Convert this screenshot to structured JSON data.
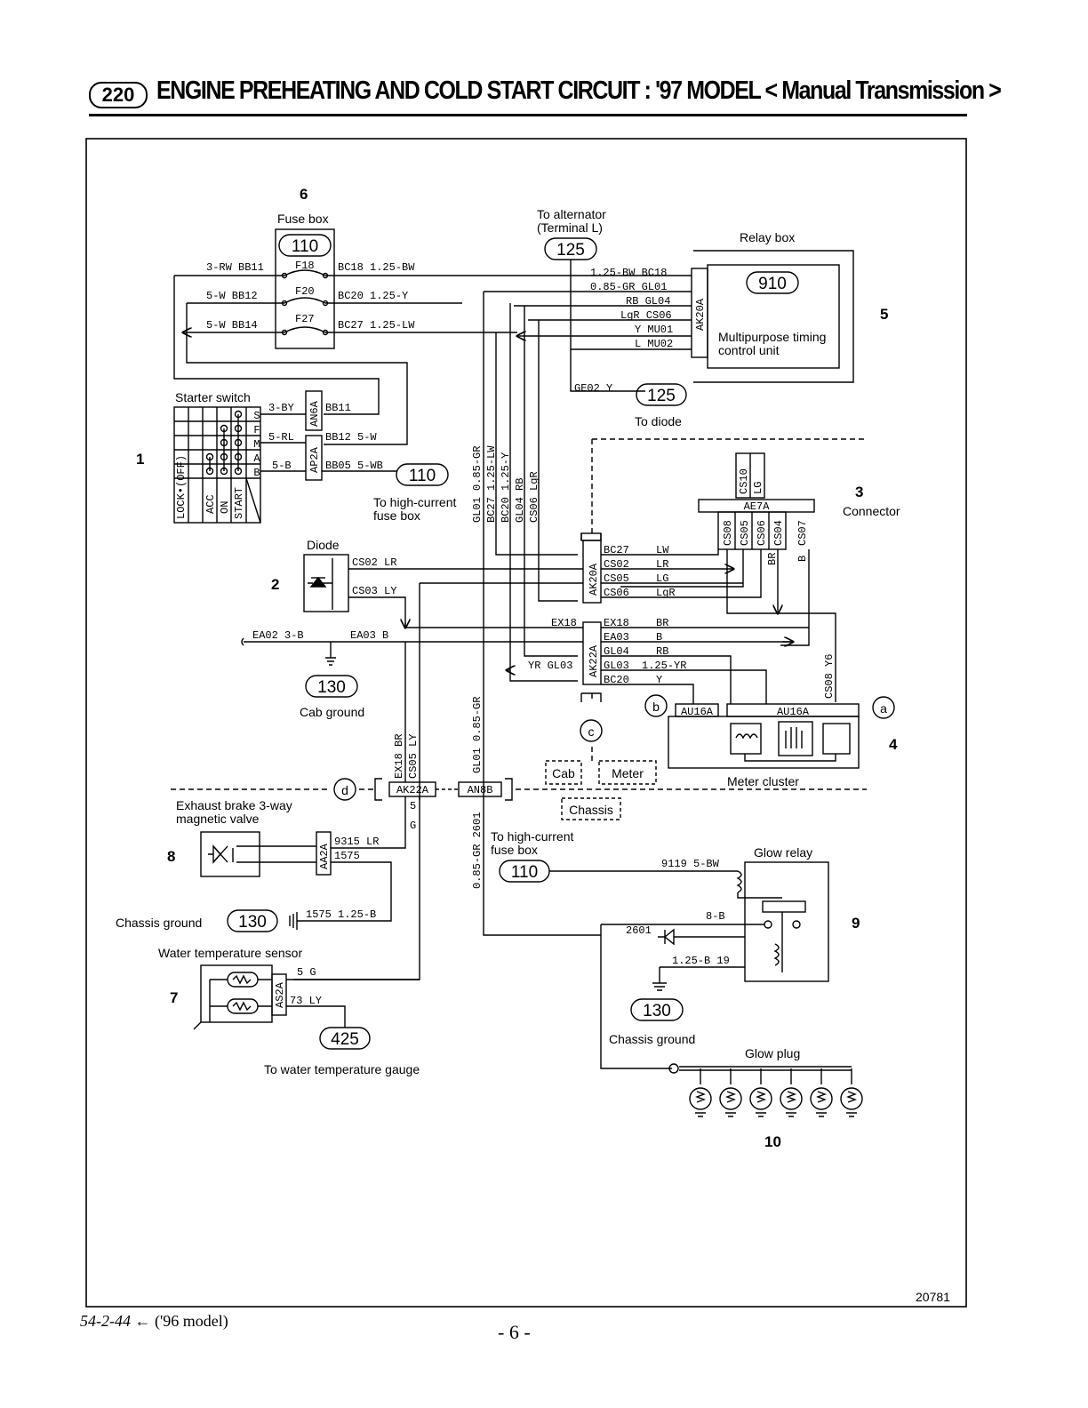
{
  "header": {
    "page_number": "220",
    "title": "ENGINE PREHEATING AND COLD START CIRCUIT : '97 MODEL < Manual Transmission >"
  },
  "components": {
    "fuse_box": {
      "number": "6",
      "name": "Fuse box",
      "ref": "110",
      "fuses": [
        "F18",
        "F20",
        "F27"
      ]
    },
    "starter_switch": {
      "number": "1",
      "name": "Starter switch",
      "connector": "AN6A",
      "connector2": "AP2A",
      "positions": [
        "LOCK•(OFF)",
        "ACC",
        "ON",
        "START"
      ],
      "terminals": [
        "S",
        "F",
        "M",
        "A",
        "B"
      ]
    },
    "diode": {
      "number": "2",
      "name": "Diode"
    },
    "cab_ground": {
      "ref": "130",
      "name": "Cab ground"
    },
    "alternator": {
      "label_line1": "To alternator",
      "label_line2": "(Terminal L)",
      "ref": "125"
    },
    "relay_box": {
      "number": "5",
      "name": "Relay box",
      "ref": "910",
      "connector": "AK20A",
      "unit_line1": "Multipurpose timing",
      "unit_line2": "control unit"
    },
    "to_diode": {
      "ref": "125",
      "label": "To diode"
    },
    "connector": {
      "number": "3",
      "name": "Connector",
      "code": "AE7A"
    },
    "meter_cluster": {
      "number": "4",
      "name": "Meter cluster",
      "conn1": "AU16A",
      "conn2": "AU16A"
    },
    "exhaust_valve": {
      "number": "8",
      "line1": "Exhaust brake 3-way",
      "line2": "magnetic valve",
      "connector": "AA2A"
    },
    "chassis_ground_left": {
      "name": "Chassis ground",
      "ref": "130"
    },
    "water_sensor": {
      "number": "7",
      "name": "Water temperature sensor",
      "connector": "AS2A",
      "ref": "425",
      "gauge_label": "To water temperature gauge"
    },
    "high_current_1": {
      "ref": "110",
      "line1": "To high-current",
      "line2": "fuse box"
    },
    "high_current_2": {
      "ref": "110",
      "line1": "To high-current",
      "line2": "fuse box"
    },
    "glow_relay": {
      "number": "9",
      "name": "Glow relay"
    },
    "chassis_ground_right": {
      "ref": "130",
      "name": "Chassis ground"
    },
    "glow_plug": {
      "number": "10",
      "name": "Glow plug"
    }
  },
  "zones": {
    "cab": "Cab",
    "meter": "Meter",
    "chassis": "Chassis"
  },
  "markers": {
    "a": "a",
    "b": "b",
    "c": "c",
    "d": "d"
  },
  "connectors": {
    "ak22a_left": "AK22A",
    "an8b": "AN8B",
    "ak20a_mid": "AK20A",
    "ak22a_mid": "AK22A"
  },
  "wire_labels": {
    "fuse_in": [
      "3-RW  BB11",
      "5-W  BB12",
      "5-W  BB14"
    ],
    "fuse_out": [
      "BC18  1.25-BW",
      "BC20  1.25-Y",
      "BC27  1.25-LW"
    ],
    "relay_pins": [
      "1.25-BW  BC18",
      "0.85-GR  GL01",
      "RB  GL04",
      "LgR  CS06",
      "Y  MU01",
      "L  MU02"
    ],
    "ge02": "GE02  Y",
    "switch_wires": [
      "3-BY",
      "BB11",
      "5-RL",
      "BB12  5-W",
      "5-B",
      "BB05  5-WB"
    ],
    "vertical_bus": [
      "GL01 0.85-GR",
      "BC27 1.25-LW",
      "BC20 1.25-Y",
      "GL04 RB",
      "CS06 LgR"
    ],
    "diode_wires": [
      "CS02  LR",
      "CS03  LY"
    ],
    "ea_wires": [
      "EA02  3-B",
      "EA03  B"
    ],
    "ak20a_pins": [
      [
        "BC27",
        "LW"
      ],
      [
        "CS02",
        "LR"
      ],
      [
        "CS05",
        "LG"
      ],
      [
        "CS06",
        "LgR"
      ]
    ],
    "ak22a_pins": [
      [
        "EX18",
        "BR"
      ],
      [
        "EA03",
        "B"
      ],
      [
        "GL04",
        "RB"
      ],
      [
        "GL03",
        "1.25-YR"
      ],
      [
        "BC20",
        "Y"
      ]
    ],
    "ex18_left": "EX18",
    "yr_gl03": "YR  GL03",
    "ae7a_top": [
      "CS10",
      "LG"
    ],
    "ae7a_bottom": [
      "CS08",
      "CS05",
      "CS06",
      "CS04",
      "CS07"
    ],
    "ae7a_colors": [
      "BR",
      "B"
    ],
    "cs08_y6": "CS08  Y6",
    "gl01_mid": "GL01 0.85-GR",
    "left_bus": [
      "EX18 BR",
      "CS05 LY"
    ],
    "ak22a_pin_nums": [
      "5",
      "G"
    ],
    "valve_wires": [
      "9315  LR",
      "1575"
    ],
    "ground_wire": "1575    1.25-B",
    "sensor_wires": [
      "5   G",
      "73   LY"
    ],
    "gr_2601": "0.85-GR 2601",
    "glow_wires": [
      "9119  5-BW",
      "8-B",
      "2601",
      "1.25-B  19"
    ]
  },
  "drawing_number": "20781",
  "footer": {
    "ref": "54-2-44",
    "arrow": "←",
    "model": "('96 model)",
    "page": "- 6 -"
  }
}
